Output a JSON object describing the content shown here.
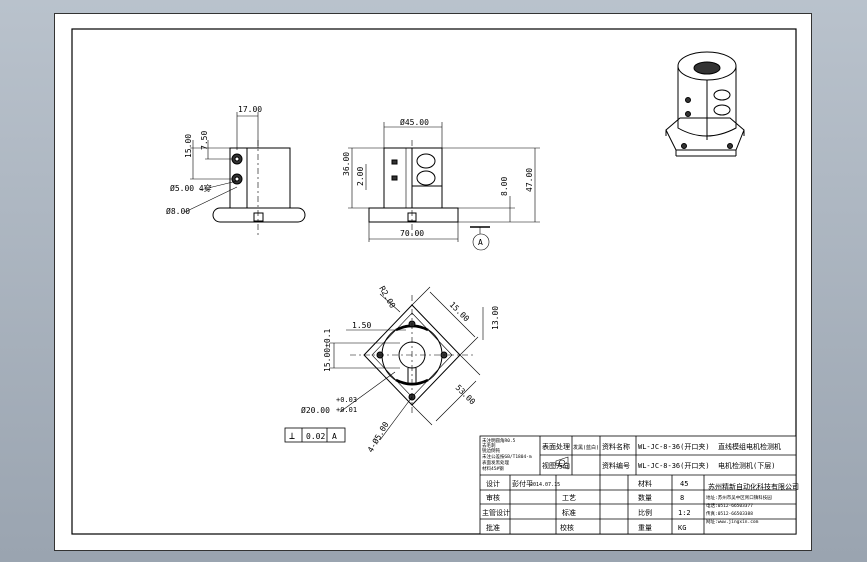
{
  "dims": {
    "top_width": "17.00",
    "left_7_5": "7.50",
    "left_15": "15.00",
    "hole_d5_4": "Ø5.00 4穿",
    "hole_d8": "Ø8.00",
    "front_diameter": "Ø45.00",
    "front_36": "36.00",
    "front_2": "2.00",
    "front_width": "70.00",
    "right_8": "8.00",
    "right_47": "47.00",
    "section_label": "A",
    "plan_r2": "R2.00",
    "plan_1_5": "1.50",
    "plan_15": "15.00",
    "plan_13": "13.00",
    "plan_15_tol": "15.00±0.1",
    "plan_bore_upper": "+0.03",
    "plan_bore_lower": "+0.01",
    "plan_bore": "Ø20.00",
    "plan_holes": "4-Ø5.00",
    "plan_53": "53.00"
  },
  "tolerance": {
    "symbol": "⊥",
    "value": "0.02",
    "datum": "A"
  },
  "title_block": {
    "notes": [
      "未注明圆角R0.5",
      "去毛刺",
      "锐边倒钝",
      "未注公差按GB/T1804-m",
      "表面发黑处理",
      "材料45#钢"
    ],
    "surface_label": "表面处理",
    "surface_value": "发黑(蓝白)",
    "projection_label": "视图方向",
    "drawing_name_label": "资料名称",
    "drawing_name": "WL-JC-8-36(开口夹)",
    "drawing_name_tail": "直线模组电机检测机",
    "drawing_no_label": "资料编号",
    "drawing_no": "WL-JC-8-36(开口夹)",
    "drawing_no_tail": "电机检测机(下层)",
    "design_label": "设计",
    "designer": "彭付平",
    "date": "2014.07.15",
    "review_label": "审核",
    "process_label": "工艺",
    "standard_label": "标准",
    "chief_label": "主管设计",
    "approve_label": "批准",
    "check_label": "校核",
    "material_label": "材料",
    "material": "45",
    "qty_label": "数量",
    "qty": "8",
    "scale_label": "比例",
    "scale": "1:2",
    "weight_label": "重量",
    "weight": "KG",
    "company": "苏州精新自动化科技有限公司",
    "address": "地址:苏州市吴中区胥口镇科技园",
    "tel": "电话:0512-66503377",
    "fax": "传真:0512-66503388",
    "web": "网址:www.jingxin.com"
  }
}
